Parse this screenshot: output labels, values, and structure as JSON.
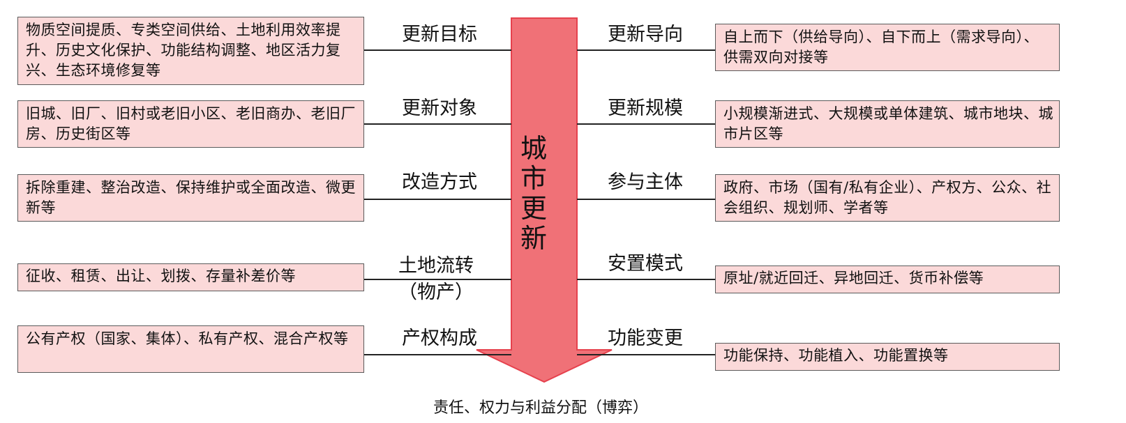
{
  "center_title": "城市更新",
  "bottom_caption": "责任、权力与利益分配（博弈）",
  "colors": {
    "arrow_fill": "#f07177",
    "arrow_stroke": "#e6414d",
    "box_fill": "#fbd9d9"
  },
  "left": [
    {
      "label": "更新目标",
      "text": "物质空间提质、专类空间供给、土地利用效率提升、历史文化保护、功能结构调整、地区活力复兴、生态环境修复等"
    },
    {
      "label": "更新对象",
      "text": "旧城、旧厂、旧村或老旧小区、老旧商办、老旧厂房、历史街区等"
    },
    {
      "label": "改造方式",
      "text": "拆除重建、整治改造、保持维护或全面改造、微更新等"
    },
    {
      "label": "土地流转（物产）",
      "text": "征收、租赁、出让、划拨、存量补差价等"
    },
    {
      "label": "产权构成",
      "text": "公有产权（国家、集体）、私有产权、混合产权等"
    }
  ],
  "right": [
    {
      "label": "更新导向",
      "text": "自上而下（供给导向）、自下而上（需求导向）、供需双向对接等"
    },
    {
      "label": "更新规模",
      "text": "小规模渐进式、大规模或单体建筑、城市地块、城市片区等"
    },
    {
      "label": "参与主体",
      "text": "政府、市场（国有/私有企业）、产权方、公众、社会组织、规划师、学者等"
    },
    {
      "label": "安置模式",
      "text": "原址/就近回迁、异地回迁、货币补偿等"
    },
    {
      "label": "功能变更",
      "text": "功能保持、功能植入、功能置换等"
    }
  ]
}
